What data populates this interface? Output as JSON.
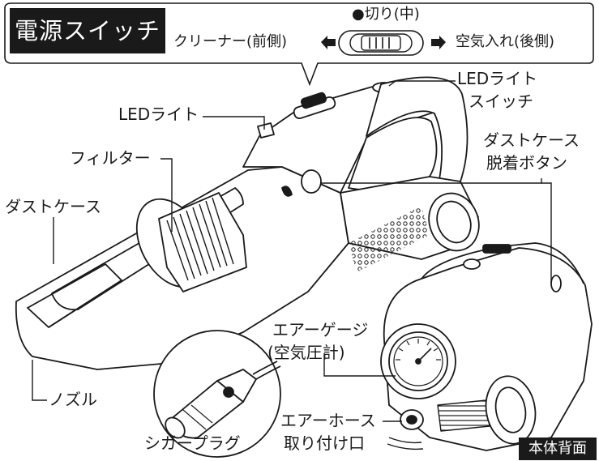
{
  "switch_box": {
    "title": "電源スイッチ",
    "center_label": "●切り(中)",
    "left_label": "クリーナー(前側)",
    "right_label": "空気入れ(後側)"
  },
  "labels": {
    "led_light": "LEDライト",
    "led_switch_line1": "LEDライト",
    "led_switch_line2": "スイッチ",
    "filter": "フィルター",
    "dust_case": "ダストケース",
    "dust_release_line1": "ダストケース",
    "dust_release_line2": "脱着ボタン",
    "nozzle": "ノズル",
    "air_gauge_line1": "エアーゲージ",
    "air_gauge_line2": "(空気圧計)",
    "air_hose_line1": "エアーホース",
    "air_hose_line2": "取り付け口",
    "cigar_plug": "シガープラグ",
    "back_view": "本体背面"
  },
  "colors": {
    "ink": "#1a1a1a",
    "fill_light": "#ffffff",
    "shade": "#d9d9d9"
  }
}
